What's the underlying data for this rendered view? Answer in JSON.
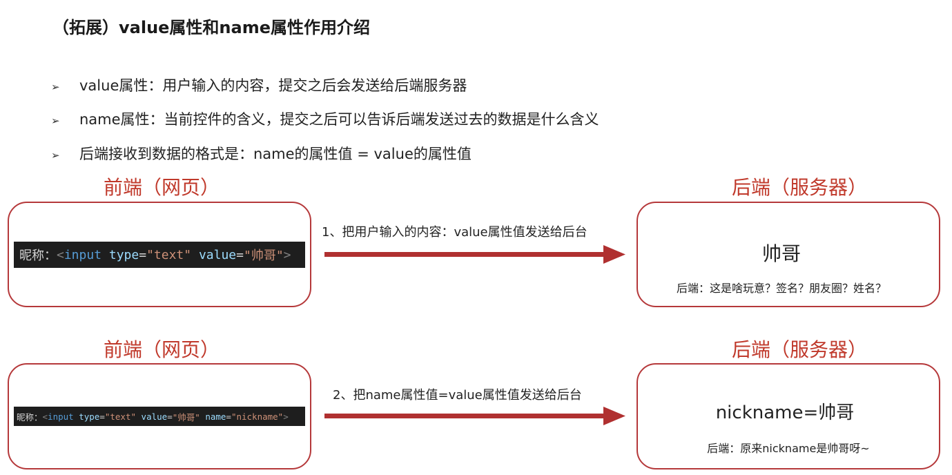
{
  "title": "（拓展）value属性和name属性作用介绍",
  "bullets": [
    "value属性：用户输入的内容，提交之后会发送给后端服务器",
    "name属性：当前控件的含义，提交之后可以告诉后端发送过去的数据是什么含义",
    "后端接收到数据的格式是：name的属性值 = value的属性值"
  ],
  "bullet_icon": "➢",
  "colors": {
    "accent": "#c0392b",
    "box_border": "#b5383a",
    "arrow": "#b03030",
    "code_bg": "#1e1e1e"
  },
  "row1": {
    "frontend_label": "前端（网页）",
    "backend_label": "后端（服务器）",
    "code": {
      "label": "昵称：",
      "open": "<",
      "tag": "input",
      "attr1": "type",
      "val1": "\"text\"",
      "attr2": "value",
      "val2": "\"帅哥\"",
      "close": ">"
    },
    "arrow_text": "1、把用户输入的内容：value属性值发送给后台",
    "server_main": "帅哥",
    "server_sub": "后端：这是啥玩意？签名？朋友圈？姓名？"
  },
  "row2": {
    "frontend_label": "前端（网页）",
    "backend_label": "后端（服务器）",
    "code": {
      "label": "昵称：",
      "open": "<",
      "tag": "input",
      "attr1": "type",
      "val1": "\"text\"",
      "attr2": "value",
      "val2": "\"帅哥\"",
      "attr3": "name",
      "val3": "\"nickname\"",
      "close": ">"
    },
    "arrow_text": "2、把name属性值=value属性值发送给后台",
    "server_main": "nickname=帅哥",
    "server_sub": "后端：原来nickname是帅哥呀~"
  }
}
